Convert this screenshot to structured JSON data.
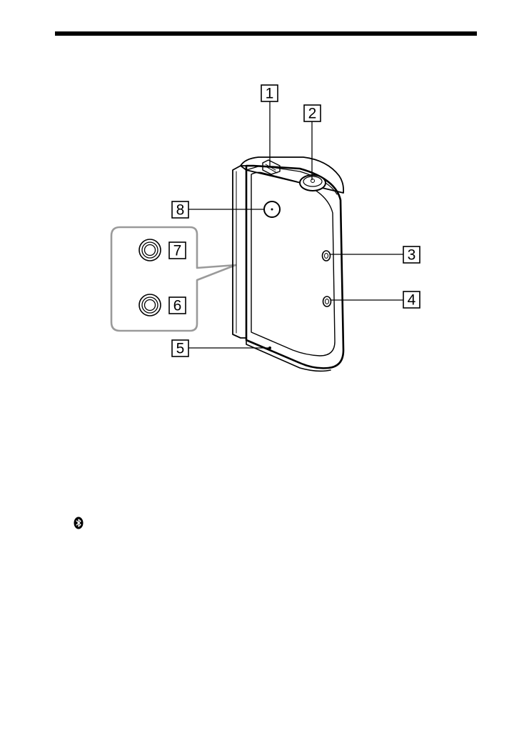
{
  "callouts": [
    {
      "id": "1",
      "label": "1"
    },
    {
      "id": "2",
      "label": "2"
    },
    {
      "id": "3",
      "label": "3"
    },
    {
      "id": "4",
      "label": "4"
    },
    {
      "id": "5",
      "label": "5"
    },
    {
      "id": "6",
      "label": "6"
    },
    {
      "id": "7",
      "label": "7"
    },
    {
      "id": "8",
      "label": "8"
    }
  ],
  "icons": {
    "bluetooth": "bluetooth-icon"
  },
  "colors": {
    "line": "#000000",
    "inset_frame": "#9a9a9a",
    "background": "#ffffff"
  }
}
